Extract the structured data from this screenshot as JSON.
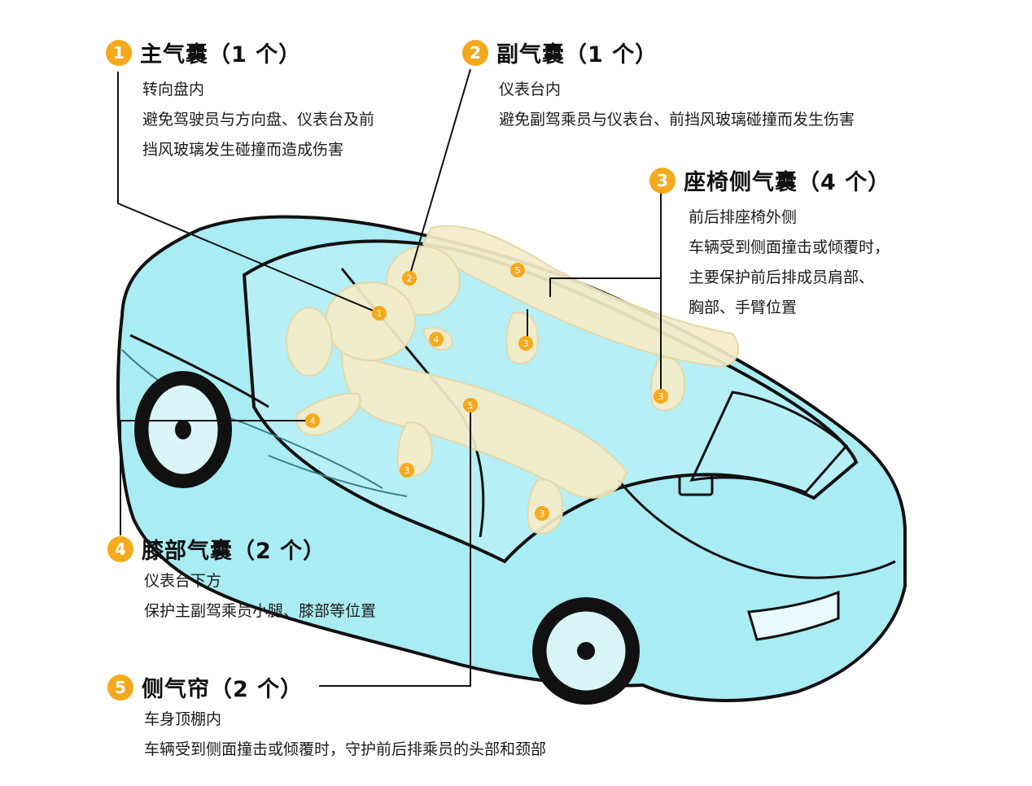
{
  "diagram": {
    "accent_color": "#f5a91c",
    "car_color": "#a9ecf3",
    "airbag_color": "#f4ecc8",
    "marker_labels": [
      "1",
      "2",
      "3",
      "4",
      "5"
    ],
    "callouts": [
      {
        "number": "1",
        "title": "主气囊（1 个）",
        "lines": [
          "转向盘内",
          "避免驾驶员与方向盘、仪表台及前",
          "挡风玻璃发生碰撞而造成伤害"
        ]
      },
      {
        "number": "2",
        "title": "副气囊（1 个）",
        "lines": [
          "仪表台内",
          "避免副驾乘员与仪表台、前挡风玻璃碰撞而发生伤害"
        ]
      },
      {
        "number": "3",
        "title": "座椅侧气囊（4 个）",
        "lines": [
          "前后排座椅外侧",
          "车辆受到侧面撞击或倾覆时，",
          "主要保护前后排成员肩部、",
          "胸部、手臂位置"
        ]
      },
      {
        "number": "4",
        "title": "膝部气囊（2 个）",
        "lines": [
          "仪表台下方",
          "保护主副驾乘员小腿、膝部等位置"
        ]
      },
      {
        "number": "5",
        "title": "侧气帘（2 个）",
        "lines": [
          "车身顶棚内",
          "车辆受到侧面撞击或倾覆时，守护前后排乘员的头部和颈部"
        ]
      }
    ]
  }
}
